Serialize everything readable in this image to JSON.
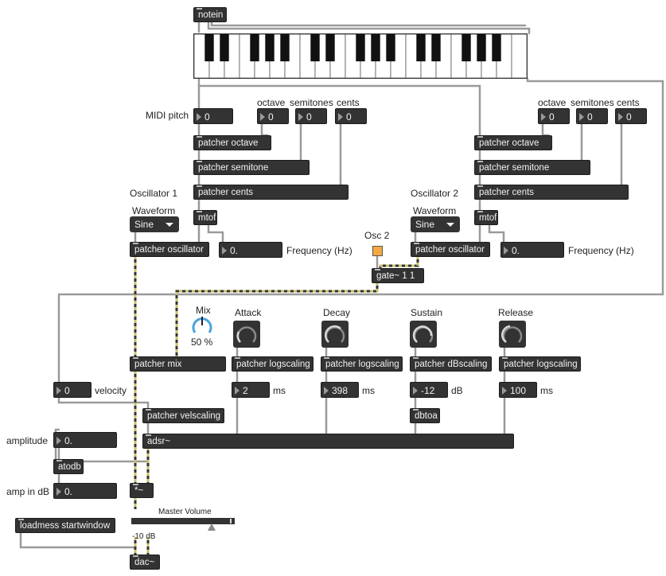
{
  "objects": {
    "notein": "notein",
    "patcher_octave": "patcher octave",
    "patcher_semitone": "patcher semitone",
    "patcher_cents": "patcher cents",
    "mtof": "mtof",
    "patcher_oscillator": "patcher oscillator",
    "gate": "gate~ 1 1",
    "patcher_mix": "patcher mix",
    "patcher_logscaling": "patcher logscaling",
    "patcher_dbscaling": "patcher dBscaling",
    "dbtoa": "dbtoa",
    "patcher_velscaling": "patcher velscaling",
    "adsr": "adsr~",
    "atodb": "atodb",
    "mult": "*~",
    "loadmess": "loadmess startwindow",
    "dac": "dac~"
  },
  "labels": {
    "midi_pitch": "MIDI pitch",
    "octave": "octave",
    "semitones": "semitones",
    "cents": "cents",
    "osc1": "Oscillator 1",
    "osc2": "Oscillator 2",
    "waveform": "Waveform",
    "frequency": "Frequency (Hz)",
    "osc2_toggle": "Osc 2",
    "mix": "Mix",
    "mix_value": "50 %",
    "attack": "Attack",
    "decay": "Decay",
    "sustain": "Sustain",
    "release": "Release",
    "velocity": "velocity",
    "amplitude": "amplitude",
    "amp_in_db": "amp in dB",
    "master_volume": "Master Volume",
    "master_db": "-10 dB",
    "ms": "ms",
    "db": "dB"
  },
  "numbers": {
    "midi_pitch": "0",
    "osc1_octave": "0",
    "osc1_semitones": "0",
    "osc1_cents": "0",
    "osc2_octave": "0",
    "osc2_semitones": "0",
    "osc2_cents": "0",
    "osc1_freq": "0.",
    "osc2_freq": "0.",
    "attack": "2",
    "decay": "398",
    "sustain": "-12",
    "release": "100",
    "velocity": "0",
    "amplitude": "0.",
    "amp_db": "0."
  },
  "menus": {
    "osc1_waveform": "Sine",
    "osc2_waveform": "Sine"
  },
  "mix_level": 0.5,
  "master_volume_level": 0.78,
  "colors": {
    "object_bg": "#333333",
    "signal_cord": "#c9c26a",
    "toggle_on": "#f4a940",
    "mix_dial": "#4aa3df"
  }
}
